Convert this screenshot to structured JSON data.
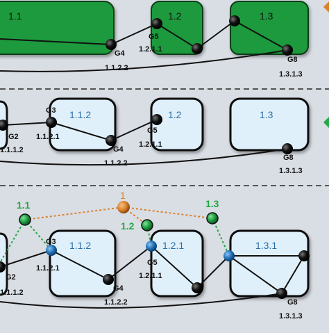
{
  "colors": {
    "background": "#d9dde4",
    "green_box": "#1e9a3e",
    "light_box": "#dff0fb",
    "orange": "#d9822b",
    "green_dot": "#22a845",
    "blue_dot": "#1f6fb5",
    "separator": "#555555"
  },
  "panel1": {
    "boxes": [
      "1.1",
      "1.2",
      "1.3"
    ],
    "gateways": {
      "g4": {
        "name": "G4",
        "addr": "1.1.2.2"
      },
      "g5": {
        "name": "G5",
        "addr": "1.2.1.1"
      },
      "g8": {
        "name": "G8",
        "addr": "1.3.1.3"
      }
    }
  },
  "panel2": {
    "boxes": [
      "1.1.2",
      "1.2",
      "1.3"
    ],
    "gateways": {
      "g2": {
        "name": "G2",
        "addr": "1.1.1.2"
      },
      "g3": {
        "name": "G3",
        "addr": "1.1.2.1"
      },
      "g4": {
        "name": "G4",
        "addr": "1.1.2.2"
      },
      "g5": {
        "name": "G5",
        "addr": "1.2.1.1"
      },
      "g8": {
        "name": "G8",
        "addr": "1.3.1.3"
      }
    }
  },
  "panel3": {
    "boxes": [
      "1.1.2",
      "1.2.1",
      "1.3.1"
    ],
    "top_nodes": {
      "orange": "1",
      "left": "1.1",
      "middle": "1.2",
      "right": "1.3"
    },
    "gateways": {
      "g2": {
        "name": "G2",
        "addr": "1.1.1.2"
      },
      "g3": {
        "name": "G3",
        "addr": "1.1.2.1"
      },
      "g4": {
        "name": "G4",
        "addr": "1.1.2.2"
      },
      "g5": {
        "name": "G5",
        "addr": "1.2.1.1"
      },
      "g8": {
        "name": "G8",
        "addr": "1.3.1.3"
      }
    }
  }
}
